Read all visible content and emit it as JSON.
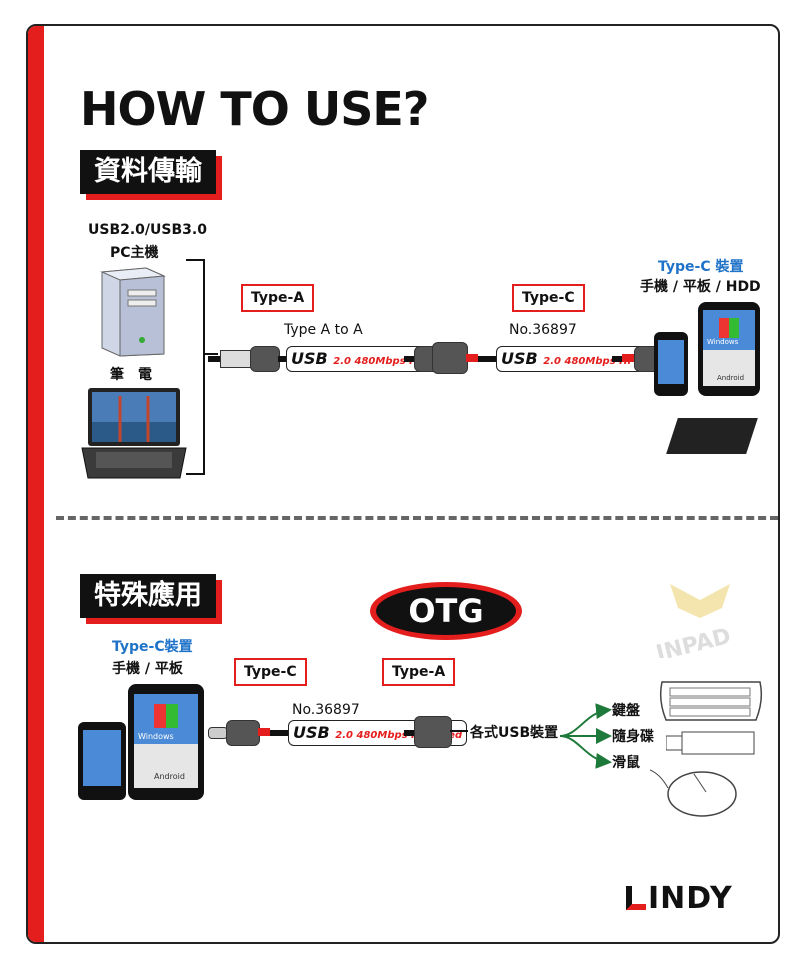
{
  "title": "HOW TO USE?",
  "section1": {
    "heading": "資料傳輸",
    "source_label_line1": "USB2.0/USB3.0",
    "source_label_line2": "PC主機",
    "laptop_label": "筆　電",
    "type_a_box": "Type-A",
    "type_c_box": "Type-C",
    "cable1_label": "Type A to A",
    "cable2_label": "No.36897",
    "dest_label_line1": "Type-C 裝置",
    "dest_label_line2": "手機 / 平板 / HDD",
    "usb_logo": "USB",
    "usb_speed": "2.0 480Mbps Hi-Speed",
    "device_os1": "Windows",
    "device_os2": "Android"
  },
  "section2": {
    "heading": "特殊應用",
    "otg": "OTG",
    "device_label_line1": "Type-C裝置",
    "device_label_line2": "手機 / 平板",
    "type_c_box": "Type-C",
    "type_a_box": "Type-A",
    "cable_label": "No.36897",
    "usb_logo": "USB",
    "usb_speed": "2.0 480Mbps Hi-Speed",
    "target_label": "各式USB裝置",
    "targets": [
      "鍵盤",
      "隨身碟",
      "滑鼠"
    ],
    "device_os1": "Windows",
    "device_os2": "Android"
  },
  "watermark": "INPAD",
  "brand": "LINDY",
  "colors": {
    "accent": "#e41d1d",
    "blue": "#1f73c8",
    "arrow": "#1d7a3a"
  }
}
